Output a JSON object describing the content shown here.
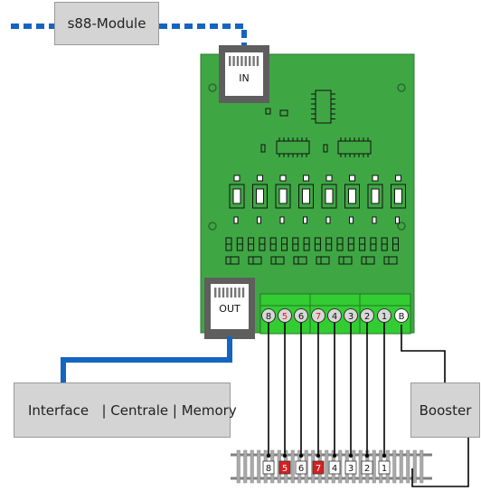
{
  "modules": {
    "s88": "s88-Module",
    "interface": "Interface   | Centrale | Memory",
    "booster": "Booster"
  },
  "connectors": {
    "in": "IN",
    "out": "OUT"
  },
  "terminal_labels": [
    "8",
    "5",
    "6",
    "7",
    "4",
    "3",
    "2",
    "1",
    "B"
  ],
  "terminal_highlight": [
    "5",
    "7"
  ],
  "track_labels": [
    "8",
    "5",
    "6",
    "7",
    "4",
    "3",
    "2",
    "1"
  ],
  "track_highlight": [
    "5",
    "7"
  ],
  "colors": {
    "pcb": "#3fa644",
    "terminal_block": "#33cc33",
    "bus_cable": "#1565c0",
    "highlight_red": "#d62020",
    "connector_dark": "#5e5e5e"
  }
}
